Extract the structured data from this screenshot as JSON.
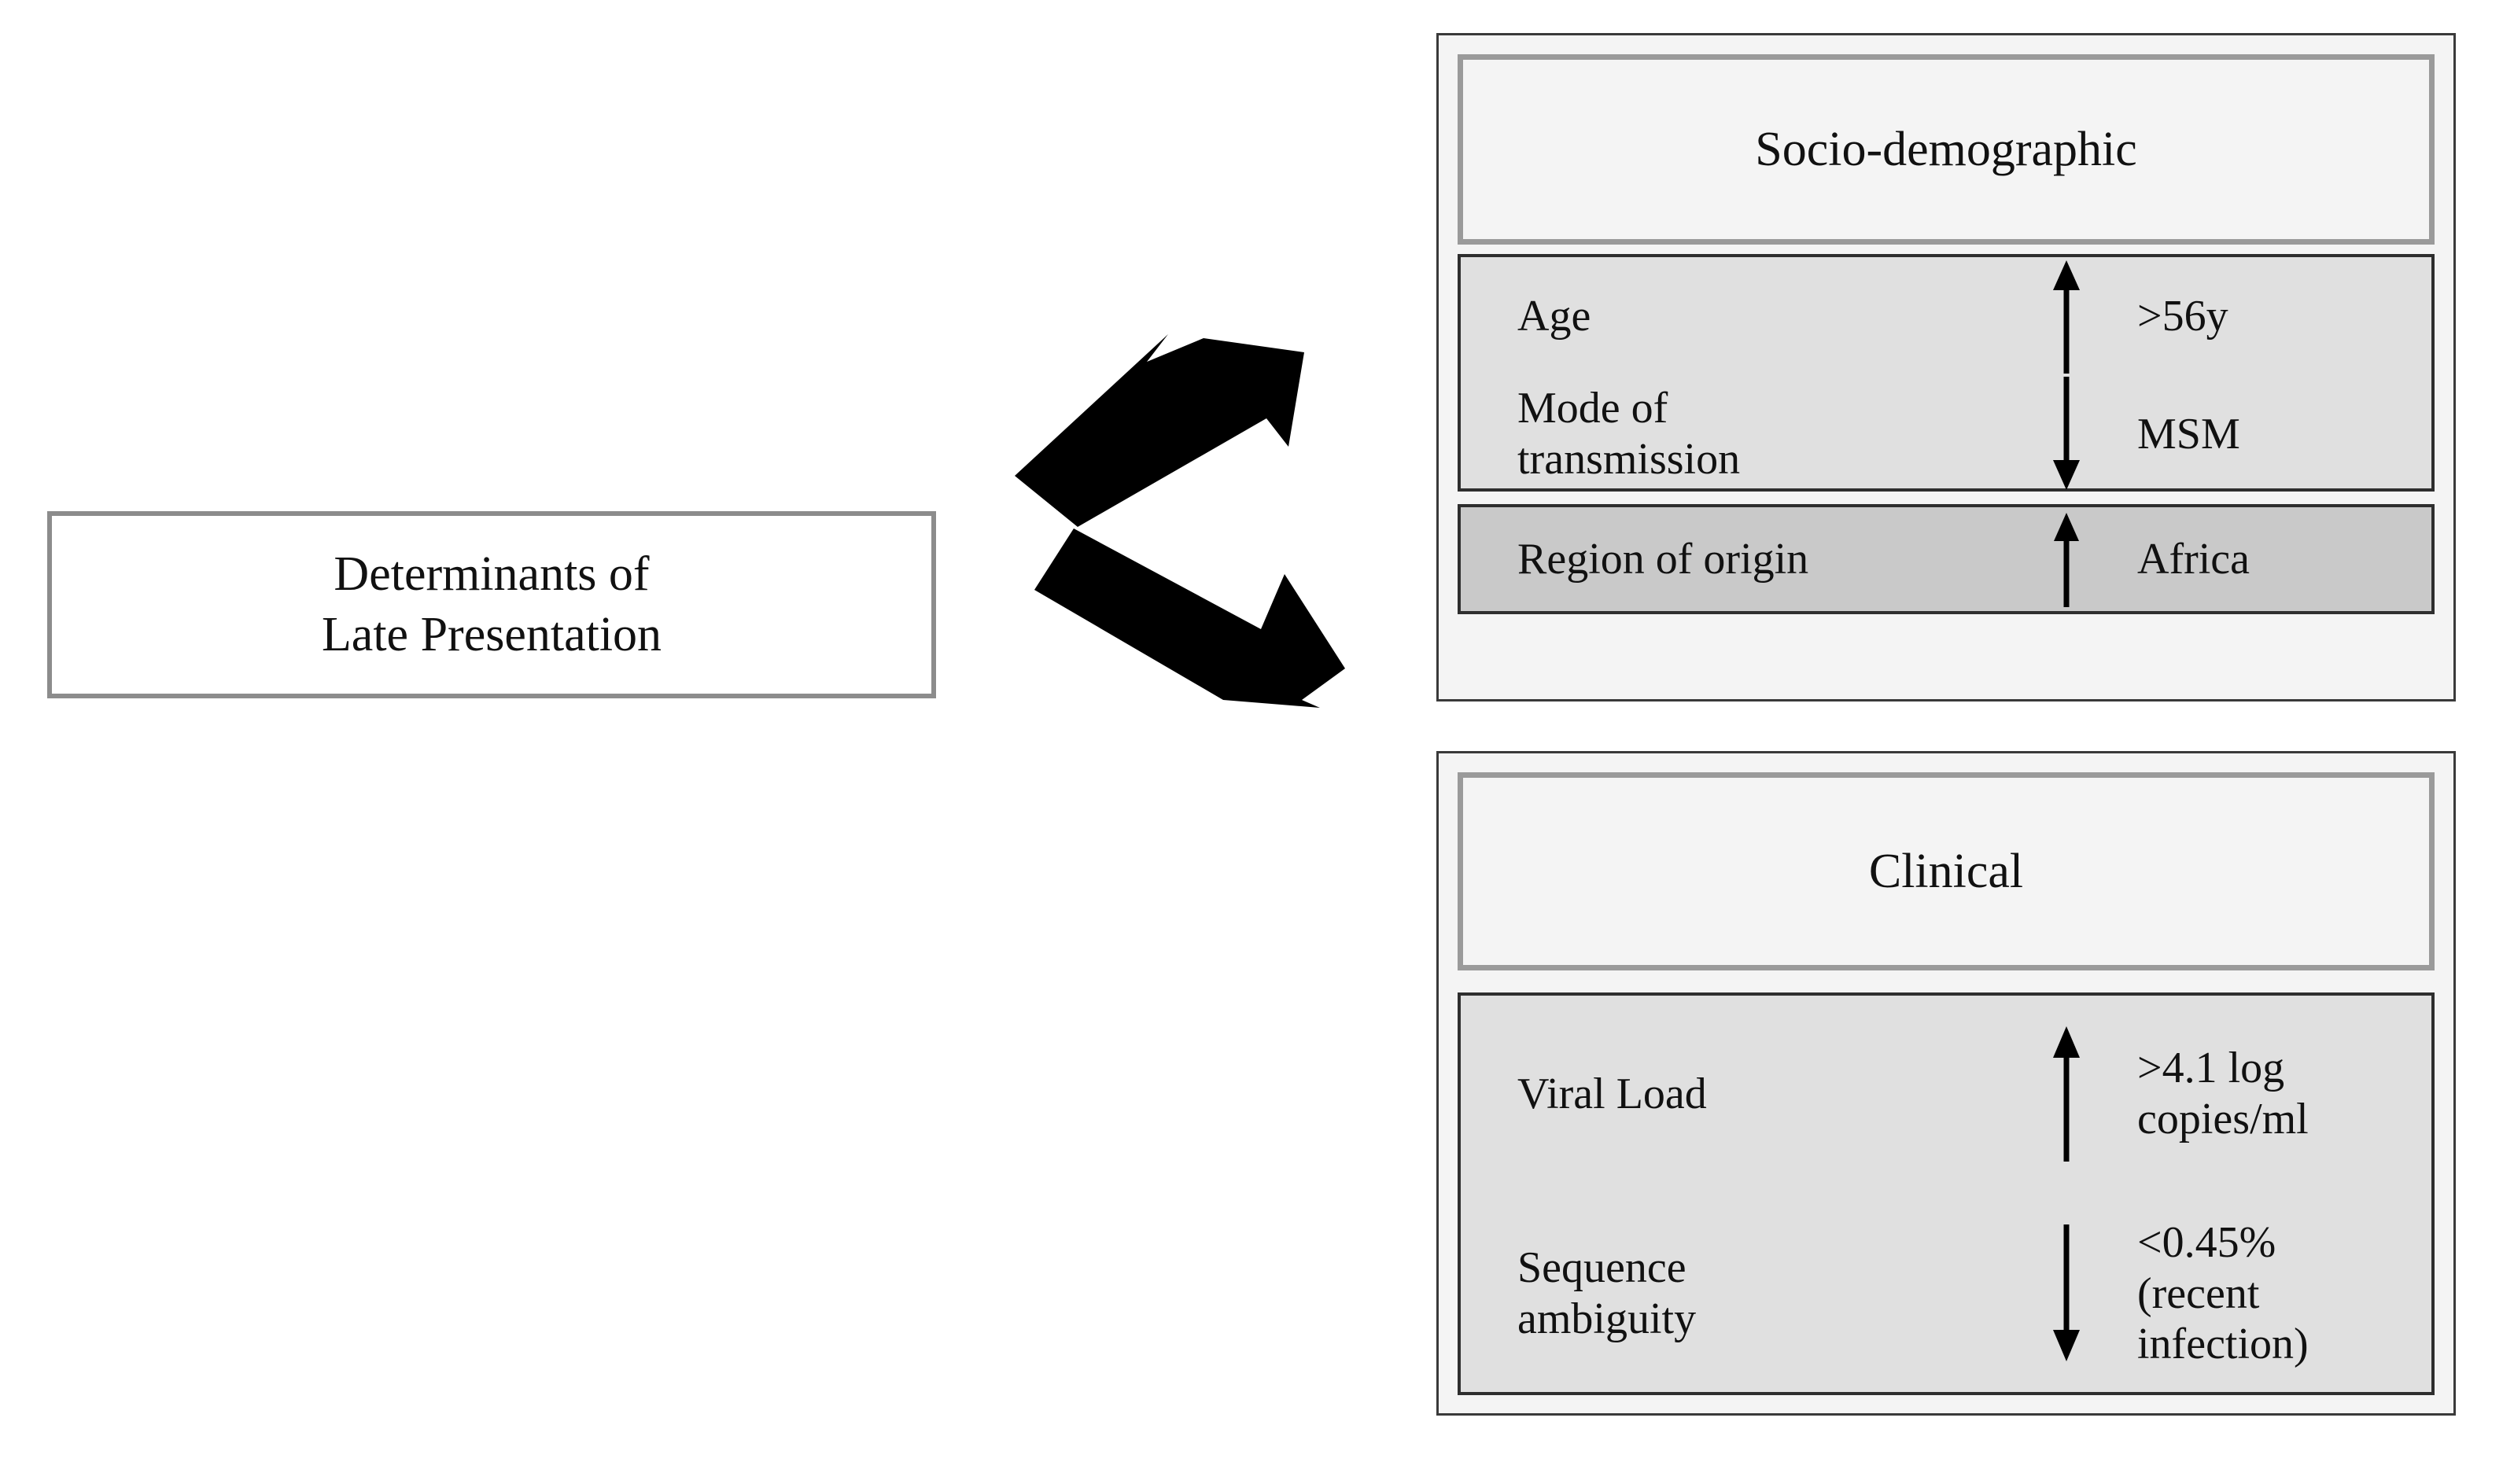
{
  "diagram": {
    "source": {
      "label": "Determinants of\nLate Presentation"
    },
    "arrows": {
      "up_right": "arrow-up-right",
      "down_right": "arrow-down-right"
    },
    "panels": [
      {
        "id": "socio-demographic",
        "header": "Socio-demographic",
        "groups": [
          {
            "id": "socio-main",
            "shade": "light",
            "rows": [
              {
                "label": "Age",
                "direction": "up",
                "value": ">56y"
              },
              {
                "label": "Mode of\ntransmission",
                "direction": "down",
                "value": "MSM"
              }
            ]
          },
          {
            "id": "socio-region",
            "shade": "dark",
            "rows": [
              {
                "label": "Region of origin",
                "direction": "up",
                "value": "Africa"
              }
            ]
          }
        ]
      },
      {
        "id": "clinical",
        "header": "Clinical",
        "groups": [
          {
            "id": "clinical-main",
            "shade": "light",
            "rows": [
              {
                "label": "Viral Load",
                "direction": "up",
                "value": ">4.1 log\ncopies/ml"
              },
              {
                "label": "Sequence\nambiguity",
                "direction": "down",
                "value": "<0.45%\n(recent\ninfection)"
              }
            ]
          }
        ]
      }
    ]
  },
  "colors": {
    "panel_fill": "#f4f4f4",
    "panel_border": "#3a3a3a",
    "header_border": "#9a9a9a",
    "group_light": "#e0e0e0",
    "group_dark": "#c9c9c9",
    "group_border": "#2e2e2e",
    "source_border": "#8c8c8c",
    "arrow_fill": "#000000",
    "text": "#111111"
  }
}
